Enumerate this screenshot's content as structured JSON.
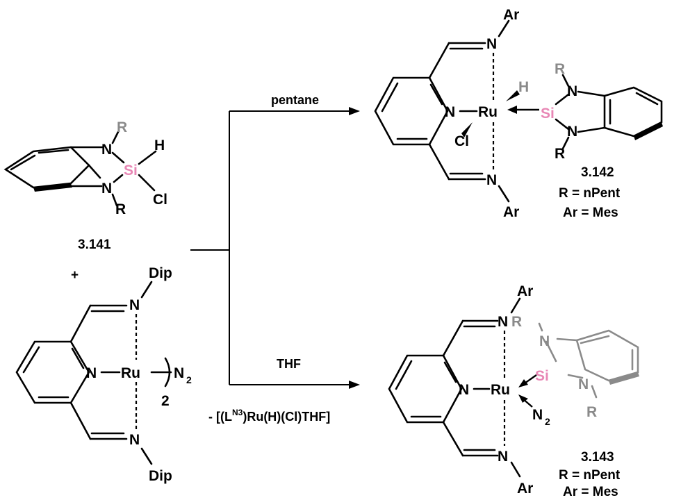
{
  "reagent_1": {
    "label": "3.141",
    "atoms": {
      "r_top": "R",
      "r_bottom": "R",
      "n_top": "N",
      "n_bottom": "N",
      "si": "Si",
      "h": "H",
      "cl": "Cl"
    }
  },
  "plus": "+",
  "reagent_2": {
    "atoms": {
      "dip_top": "Dip",
      "dip_bottom": "Dip",
      "n_imine_top": "N",
      "n_imine_bottom": "N",
      "n_py": "N",
      "ru": "Ru",
      "subscript_2": "2",
      "n2": "N",
      "n2_sub": "2"
    }
  },
  "conditions": {
    "top": "pentane",
    "bottom": "THF",
    "byproduct": "- [(L",
    "byproduct_sup": "N3",
    "byproduct_rest": ")Ru(H)(Cl)THF]"
  },
  "product_1": {
    "label": "3.142",
    "r_def": "R = nPent",
    "ar_def": "Ar = Mes",
    "atoms": {
      "ar_top": "Ar",
      "ar_bottom": "Ar",
      "n_top": "N",
      "n_bottom": "N",
      "n_py": "N",
      "ru": "Ru",
      "h": "H",
      "cl": "Cl",
      "si": "Si",
      "n_si_top": "N",
      "n_si_bottom": "N",
      "r_top": "R",
      "r_bottom": "R"
    }
  },
  "product_2": {
    "label": "3.143",
    "r_def": "R = nPent",
    "ar_def": "Ar = Mes",
    "atoms": {
      "ar_top": "Ar",
      "ar_bottom": "Ar",
      "n_top": "N",
      "n_bottom": "N",
      "n_py": "N",
      "ru": "Ru",
      "si": "Si",
      "n_si_top": "N",
      "n_si_bottom": "N",
      "r_top": "R",
      "r_bottom": "R",
      "n2": "N",
      "n2_sub": "2"
    }
  },
  "colors": {
    "si": "#e887b5",
    "gray": "#8a8a8a"
  }
}
